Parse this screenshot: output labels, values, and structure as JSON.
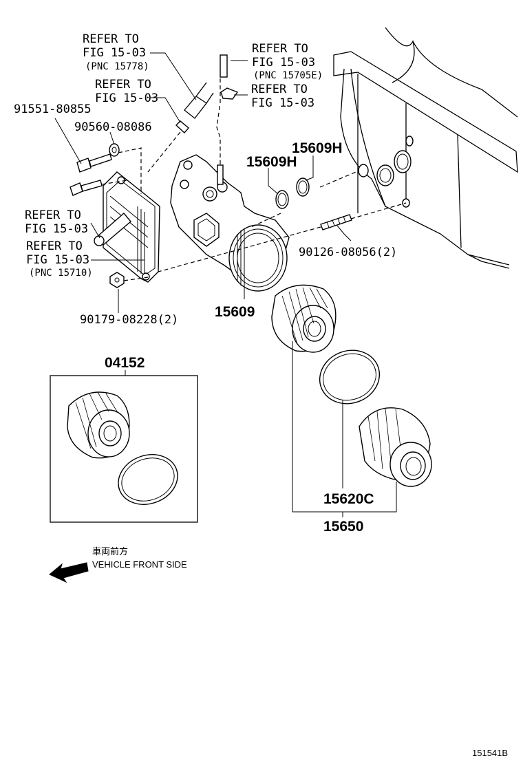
{
  "callouts": {
    "refer_a": {
      "line1": "REFER TO",
      "line2": "FIG 15-03",
      "pnc": "(PNC 15778)"
    },
    "refer_b": {
      "line1": "REFER TO",
      "line2": "FIG 15-03"
    },
    "refer_c": {
      "line1": "REFER TO",
      "line2": "FIG 15-03",
      "pnc": "(PNC 15705E)"
    },
    "refer_d": {
      "line1": "REFER TO",
      "line2": "FIG 15-03"
    },
    "refer_e": {
      "line1": "REFER TO",
      "line2": "FIG 15-03"
    },
    "refer_f": {
      "line1": "REFER TO",
      "line2": "FIG 15-03",
      "pnc": "(PNC 15710)"
    }
  },
  "parts": {
    "bolt": "91551-80855",
    "washer": "90560-08086",
    "o_ring_h_right": "15609H",
    "o_ring_h_left": "15609H",
    "stud": "90126-08056(2)",
    "nut": "90179-08228(2)",
    "housing": "15609",
    "kit": "04152",
    "gasket": "15620C",
    "filter_assy": "15650"
  },
  "legend": {
    "japanese": "車両前方",
    "text": "VEHICLE FRONT SIDE"
  },
  "figure_id": "151541B"
}
